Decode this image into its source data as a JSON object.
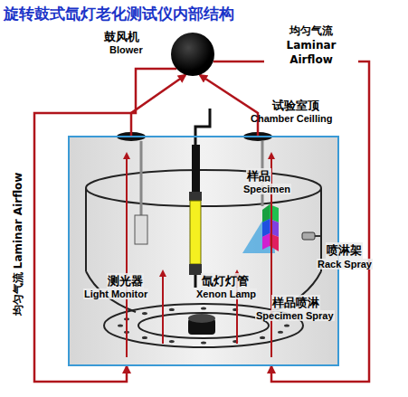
{
  "diagram": {
    "title": "旋转鼓式氙灯老化测试仪内部结构",
    "nodes": [
      {
        "text": [
          "鼓风机",
          "Blower"
        ]
      },
      {
        "text": [
          "试验室顶",
          "Chamber Ceilling"
        ]
      }
    ],
    "edges": [
      {
        "from": 0,
        "to": 1,
        "arrow": "to",
        "label": "均匀气流 Laminar Airflow"
      },
      {
        "from": 0,
        "to": 1,
        "arrow": "to",
        "label": "均匀气流 Laminar Airflow"
      },
      {
        "from": 1,
        "to": 0,
        "arrow": "to"
      }
    ],
    "labels": [
      "样品",
      "Specimen",
      "喷淋架",
      "Rack Spray",
      "测光器",
      "Light Monitor",
      "氙灯灯管",
      "Xenon Lamp",
      "样品喷淋",
      "Specimen Spray"
    ]
  }
}
